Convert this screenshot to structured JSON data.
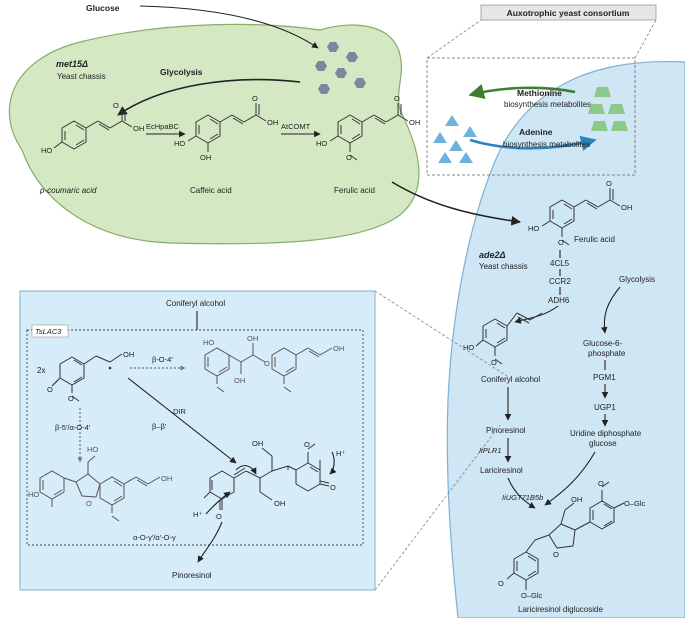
{
  "consortium_label": "Auxotrophic yeast consortium",
  "glucose": "Glucose",
  "yeast1": {
    "strain": "met15Δ",
    "chassis": "Yeast chassis",
    "glycolysis": "Glycolysis"
  },
  "yeast2": {
    "strain": "ade2Δ",
    "chassis": "Yeast chassis",
    "glycolysis": "Glycolysis"
  },
  "exchange": {
    "methionine": "Methionine",
    "methionine_sub": "biosynthesis metabolites",
    "adenine": "Adenine",
    "adenine_sub": "biosynthesis metabolites"
  },
  "compounds": {
    "p_coumaric": "p-coumaric acid",
    "caffeic": "Caffeic acid",
    "ferulic": "Ferulic acid",
    "ferulic2": "Ferulic acid",
    "coniferyl": "Coniferyl alcohol",
    "pinoresinol": "Pinoresinol",
    "lariciresinol": "Lariciresinol",
    "glucose6p_1": "Glucose-6-",
    "glucose6p_2": "phosphate",
    "udpg_1": "Uridine diphosphate",
    "udpg_2": "glucose",
    "diglucoside": "Lariciresinol diglucoside",
    "glc": "O–Glc"
  },
  "enzymes": {
    "hpabc": "EcHpaBC",
    "comt": "AtCOMT",
    "cl5": "4CL5",
    "ccr2": "CCR2",
    "adh6": "ADH6",
    "plr1": "IiPLR1",
    "ugt": "IiUGT71B5b",
    "pgm1": "PGM1",
    "ugp1": "UGP1"
  },
  "inset": {
    "title": "Coniferyl alcohol",
    "enzyme_box": "TsLAC3",
    "multiplier": "2x",
    "b_o4": "β-O-4′",
    "b5": "β-5′/α-O-4′",
    "dir": "DIR",
    "bb": "β–β′",
    "aog": "α-O-γ′/α′-O-γ",
    "product": "Pinoresinol",
    "h_plus": "H⁺"
  },
  "colors": {
    "green_cell": "#d5e8c4",
    "green_border": "#86ad6a",
    "blue_cell": "#cfe6f4",
    "blue_border": "#7fb0d2",
    "inset_fill": "#d6ecf8",
    "hexagon": "#7a879e",
    "triangle": "#6fb2dd",
    "trapezoid": "#8cc98a",
    "arrow_green": "#3f7d33",
    "arrow_blue": "#2b83c0"
  }
}
